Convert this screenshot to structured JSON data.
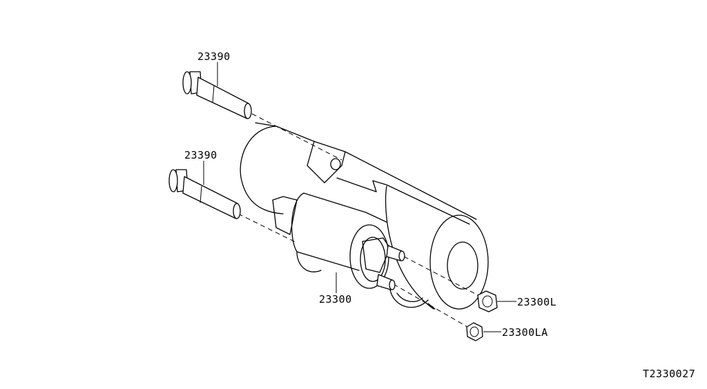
{
  "labels": {
    "bolt_upper": "23390",
    "bolt_lower": "23390",
    "starter": "23300",
    "nut_upper": "23300L",
    "nut_lower": "23300LA",
    "diagram_code": "T2330027"
  }
}
